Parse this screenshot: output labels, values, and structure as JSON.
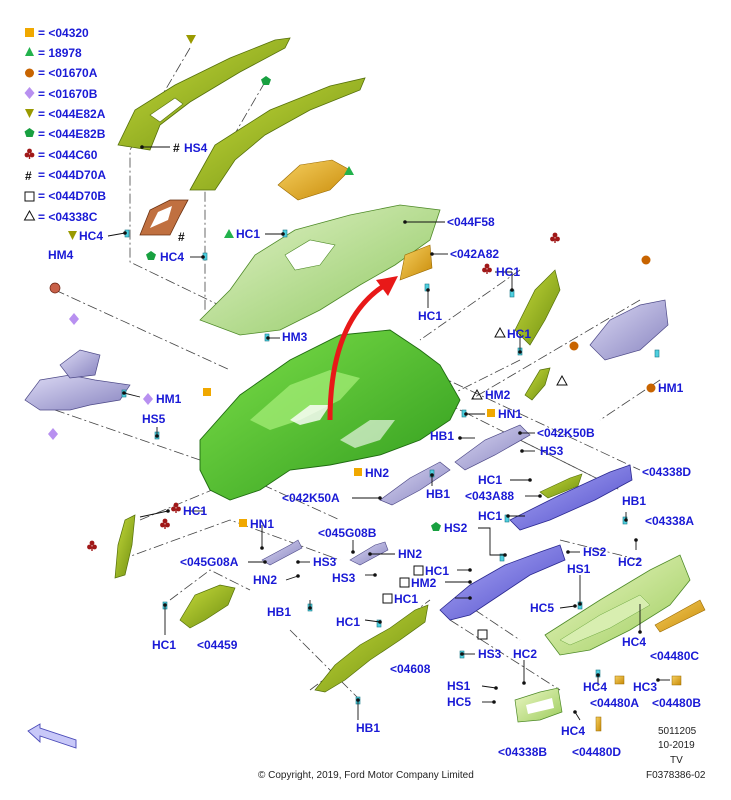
{
  "legend": [
    {
      "text": "= <04320",
      "symbol": "square",
      "color": "#f0a800"
    },
    {
      "text": "= 18978",
      "symbol": "triangle",
      "color": "#22b24c"
    },
    {
      "text": "= <01670A",
      "symbol": "circle",
      "color": "#c86400"
    },
    {
      "text": "= <01670B",
      "symbol": "diamond",
      "color": "#b890f0"
    },
    {
      "text": "= <044E82A",
      "symbol": "triangle-down",
      "color": "#9a9a00"
    },
    {
      "text": "= <044E82B",
      "symbol": "pentagon",
      "color": "#18a040"
    },
    {
      "text": "= <044C60",
      "symbol": "club",
      "color": "#a01818"
    },
    {
      "text": "= <044D70A",
      "symbol": "hash",
      "color": "#111111"
    },
    {
      "text": "= <044D70B",
      "symbol": "square-outline",
      "color": "#111111"
    },
    {
      "text": "= <04338C",
      "symbol": "triangle-outline",
      "color": "#111111"
    }
  ],
  "callouts": {
    "hs4": "HS4",
    "hc4_a": "HC4",
    "hc4_b": "HC4",
    "hc1_a": "HC1",
    "f58": "<044F58",
    "a82": "<042A82",
    "hc1_b": "HC1",
    "hc1_c": "HC1",
    "hm4": "HM4",
    "hm3": "HM3",
    "hc1_d": "HC1",
    "hm2_a": "HM2",
    "hm1_a": "HM1",
    "hm1_b": "HM1",
    "hs5": "HS5",
    "hn1_a": "HN1",
    "k50b": "<042K50B",
    "hb1_a": "HB1",
    "hs3_a": "HS3",
    "hn2_a": "HN2",
    "k50a": "<042K50A",
    "hb1_b": "HB1",
    "hc1_e": "HC1",
    "a88": "<043A88",
    "c338d": "<04338D",
    "hb1_c": "HB1",
    "hc1_f": "HC1",
    "c338a": "<04338A",
    "hc1_g": "HC1",
    "hn1_b": "HN1",
    "g08b": "<045G08B",
    "hs2_a": "HS2",
    "hs2_b": "HS2",
    "hc2_a": "HC2",
    "g08a": "<045G08A",
    "hs3_b": "HS3",
    "hn2_b": "HN2",
    "hs3_c": "HS3",
    "hn2_c": "HN2",
    "hc1_h": "HC1",
    "hm2_b": "HM2",
    "hc1_i": "HC1",
    "hs1_a": "HS1",
    "hb1_d": "HB1",
    "hc5_a": "HC5",
    "hc1_j": "HC1",
    "p459": "<04459",
    "hc1_k": "HC1",
    "p608": "<04608",
    "hc4_c": "HC4",
    "p80c": "<04480C",
    "hs3_d": "HS3",
    "hc2_b": "HC2",
    "hc4_d": "HC4",
    "hc3": "HC3",
    "hs1_b": "HS1",
    "hc5_b": "HC5",
    "p80a": "<04480A",
    "p80b": "<04480B",
    "hb1_e": "HB1",
    "hc4_e": "HC4",
    "p338b": "<04338B",
    "p80d": "<04480D"
  },
  "footer": {
    "copyright": "© Copyright, 2019, Ford Motor Company Limited",
    "code1": "5011205",
    "code2": "10-2019",
    "code3": "TV",
    "figure": "F0378386-02"
  },
  "colors": {
    "label": "#1a1ad6",
    "frame_green": "#4cc42c",
    "olive": "#9ab81c",
    "panel_green": "#b8dc96",
    "duct_blue": "#7a78e8",
    "bracket_lilac": "#a8a4d8",
    "amber": "#e8a818",
    "red_arrow": "#e81818"
  }
}
